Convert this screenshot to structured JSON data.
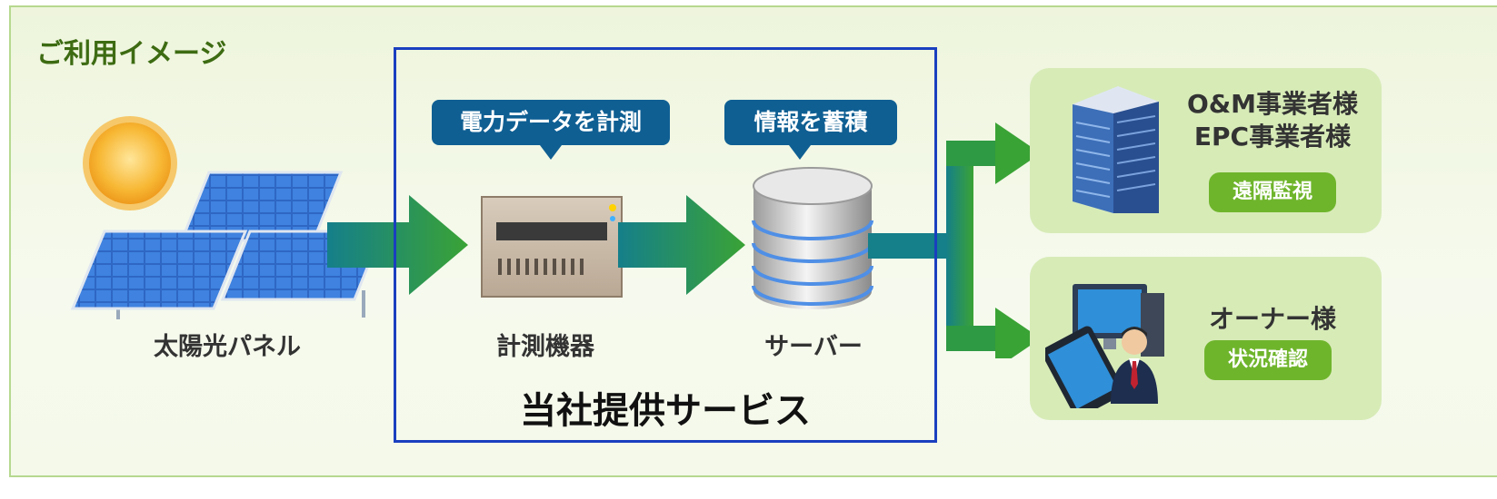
{
  "title": "ご利用イメージ",
  "bubbles": {
    "measure": "電力データを計測",
    "store": "情報を蓄積"
  },
  "nodes": {
    "solar": "太陽光パネル",
    "meter": "計測機器",
    "server": "サーバー"
  },
  "provider_label": "当社提供サービス",
  "targets": {
    "om": {
      "line1": "O&M事業者様",
      "line2": "EPC事業者様",
      "tag": "遠隔監視"
    },
    "owner": {
      "name": "オーナー様",
      "tag": "状況確認"
    }
  },
  "colors": {
    "title": "#3d6b12",
    "bubble": "#0f5f93",
    "provider_border": "#1a3fbf",
    "panel": "#d7ebb7",
    "pill": "#6fb52c",
    "arrow": "#3aa335"
  }
}
